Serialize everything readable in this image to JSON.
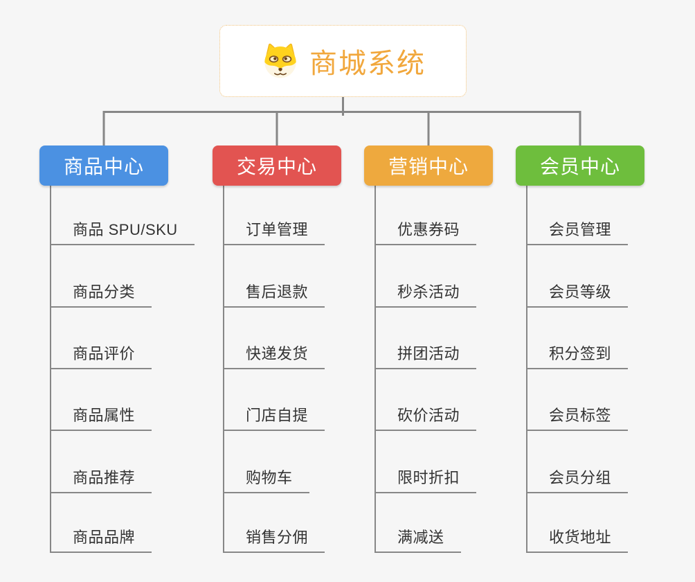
{
  "root": {
    "title": "商城系统",
    "icon": "dog-face-icon"
  },
  "branches": [
    {
      "label": "商品中心",
      "color": "#4B91E2",
      "items": [
        "商品 SPU/SKU",
        "商品分类",
        "商品评价",
        "商品属性",
        "商品推荐",
        "商品品牌"
      ]
    },
    {
      "label": "交易中心",
      "color": "#E25451",
      "items": [
        "订单管理",
        "售后退款",
        "快递发货",
        "门店自提",
        "购物车",
        "销售分佣"
      ]
    },
    {
      "label": "营销中心",
      "color": "#EEA93E",
      "items": [
        "优惠券码",
        "秒杀活动",
        "拼团活动",
        "砍价活动",
        "限时折扣",
        "满减送"
      ]
    },
    {
      "label": "会员中心",
      "color": "#6EBE3D",
      "items": [
        "会员管理",
        "会员等级",
        "积分签到",
        "会员标签",
        "会员分组",
        "收货地址"
      ]
    }
  ],
  "colors": {
    "background": "#F6F6F6",
    "connector": "#878787",
    "root_text": "#F1A73C",
    "root_border": "#F0C078",
    "item_text": "#333333"
  }
}
